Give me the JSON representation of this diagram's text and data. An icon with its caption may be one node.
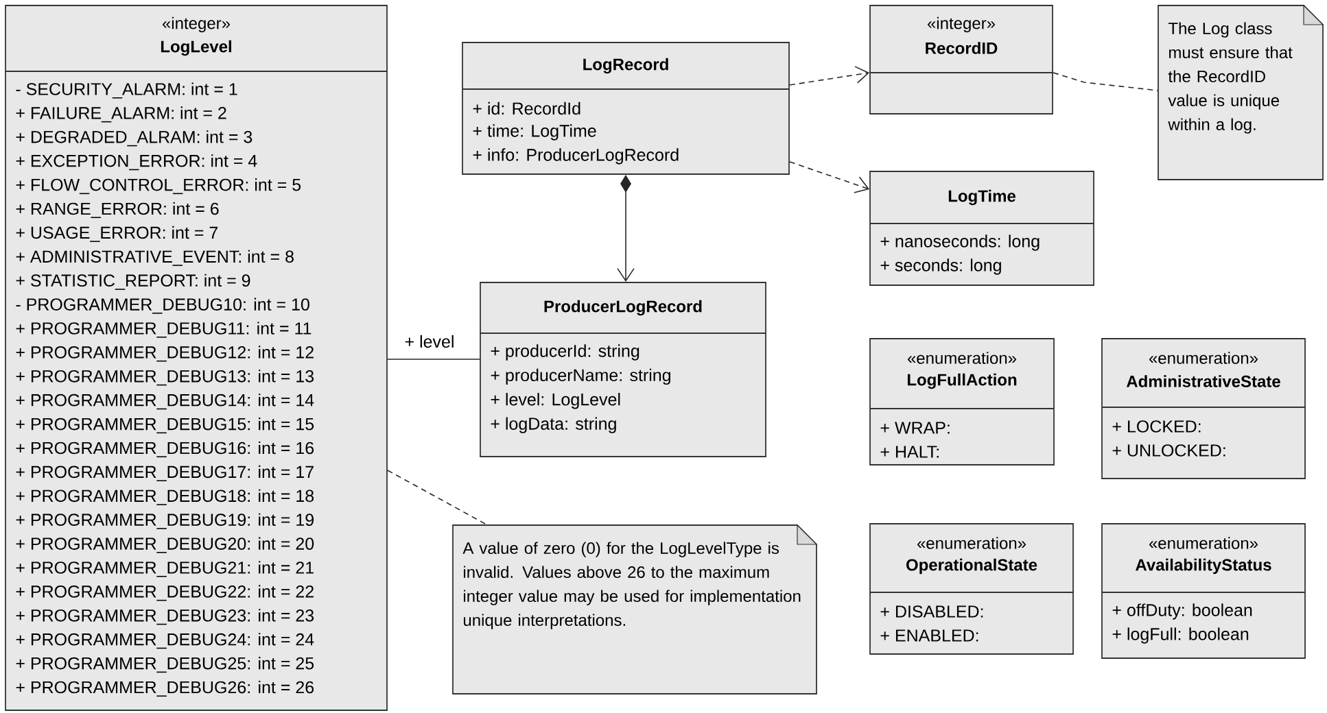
{
  "diagram": {
    "nodes": [
      {
        "text": [
          "«integer»",
          "LogLevel",
          "- SECURITY_ALARM: int = 1",
          "+ FAILURE_ALARM: int = 2",
          "+ DEGRADED_ALRAM: int = 3",
          "+ EXCEPTION_ERROR: int = 4",
          "+ FLOW_CONTROL_ERROR: int = 5",
          "+ RANGE_ERROR: int = 6",
          "+ USAGE_ERROR: int = 7",
          "+ ADMINISTRATIVE_EVENT: int = 8",
          "+ STATISTIC_REPORT: int = 9",
          "- PROGRAMMER_DEBUG10: int = 10",
          "+ PROGRAMMER_DEBUG11: int = 11",
          "+ PROGRAMMER_DEBUG12: int = 12",
          "+ PROGRAMMER_DEBUG13: int = 13",
          "+ PROGRAMMER_DEBUG14: int = 14",
          "+ PROGRAMMER_DEBUG15: int = 15",
          "+ PROGRAMMER_DEBUG16: int = 16",
          "+ PROGRAMMER_DEBUG17: int = 17",
          "+ PROGRAMMER_DEBUG18: int = 18",
          "+ PROGRAMMER_DEBUG19: int = 19",
          "+ PROGRAMMER_DEBUG20: int = 20",
          "+ PROGRAMMER_DEBUG21: int = 21",
          "+ PROGRAMMER_DEBUG22: int = 22",
          "+ PROGRAMMER_DEBUG23: int = 23",
          "+ PROGRAMMER_DEBUG24: int = 24",
          "+ PROGRAMMER_DEBUG25: int = 25",
          "+ PROGRAMMER_DEBUG26: int = 26"
        ]
      },
      {
        "text": [
          "LogRecord",
          "+ id: RecordId",
          "+ time: LogTime",
          "+ info: ProducerLogRecord"
        ]
      },
      {
        "text": [
          "«integer»",
          "RecordID"
        ]
      },
      {
        "text": [
          "The Log class must ensure that the RecordID value is unique within a log."
        ]
      },
      {
        "text": [
          "LogTime",
          "+ nanoseconds: long",
          "+ seconds: long"
        ]
      },
      {
        "text": [
          "ProducerLogRecord",
          "+ producerId: string",
          "+ producerName: string",
          "+ level: LogLevel",
          "+ logData: string"
        ]
      },
      {
        "text": [
          "«enumeration»",
          "LogFullAction",
          "+ WRAP:",
          "+ HALT:"
        ]
      },
      {
        "text": [
          "«enumeration»",
          "AdministrativeState",
          "+ LOCKED:",
          "+ UNLOCKED:"
        ]
      },
      {
        "text": [
          "«enumeration»",
          "OperationalState",
          "+ DISABLED:",
          "+ ENABLED:"
        ]
      },
      {
        "text": [
          "«enumeration»",
          "AvailabilityStatus",
          "+ offDuty: boolean",
          "+ logFull: boolean"
        ]
      },
      {
        "text": [
          "A value of zero (0) for the LogLevelType is invalid. Values above 26 to the maximum integer value may be used for implementation unique interpretations."
        ]
      }
    ],
    "edges": [
      {
        "from": 1,
        "to": 2,
        "arrow": "to",
        "style": "dashed"
      },
      {
        "from": 1,
        "to": 4,
        "arrow": "to",
        "style": "dashed"
      },
      {
        "from": 1,
        "to": 5,
        "arrow": "to"
      },
      {
        "from": 0,
        "to": 5,
        "arrow": "none",
        "label": "+ level"
      },
      {
        "from": 2,
        "to": 3,
        "arrow": "none",
        "style": "dashed"
      },
      {
        "from": 0,
        "to": 10,
        "arrow": "none",
        "style": "dashed"
      }
    ]
  }
}
